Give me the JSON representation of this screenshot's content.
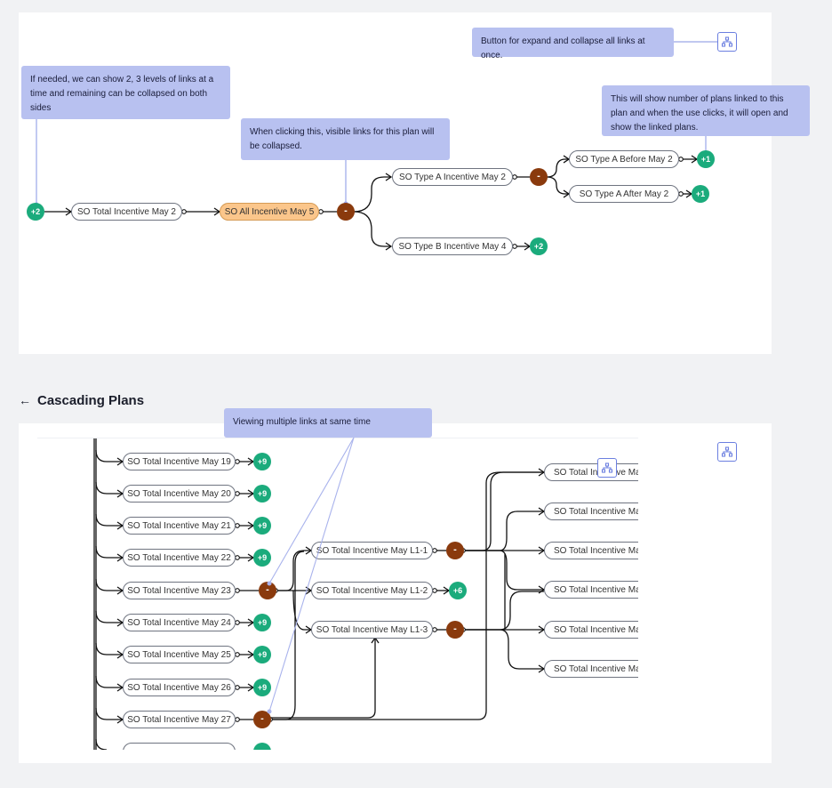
{
  "colors": {
    "accent": "#6b7fe0",
    "badge": "#1bab7c",
    "collapse": "#8a3a0d",
    "highlight": "#fbc68b",
    "tooltip": "#b8c1f0"
  },
  "top": {
    "tooltips": {
      "expand_all": "Button for expand and collapse all links at once.",
      "levels": "If needed, we can show 2, 3 levels of links at a time and remaining can be collapsed on both sides",
      "collapse": "When clicking this, visible links for this plan will be collapsed.",
      "count": "This will show number of plans linked to this plan and when the use clicks, it will open and show the linked plans."
    },
    "nodes": {
      "total_may2": "SO Total Incentive May 2",
      "all_may5": "SO All Incentive May 5",
      "type_a_may2": "SO Type A Incentive May 2",
      "type_b_may4": "SO Type B Incentive May 4",
      "type_a_before": "SO Type A Before May 2",
      "type_a_after": "SO Type A After May 2"
    },
    "badges": {
      "left": "+2",
      "type_b": "+2",
      "before": "+1",
      "after": "+1"
    },
    "collapse_label": "-",
    "expand_icon": "hierarchy-icon"
  },
  "section": {
    "title": "Cascading Plans",
    "back_icon": "←"
  },
  "bottom": {
    "tooltip": "Viewing multiple links at same time",
    "left_nodes": [
      {
        "label": "SO Total Incentive May 19",
        "badge": "+9"
      },
      {
        "label": "SO Total Incentive May 20",
        "badge": "+9"
      },
      {
        "label": "SO Total Incentive May 21",
        "badge": "+9"
      },
      {
        "label": "SO Total Incentive May 22",
        "badge": "+9"
      },
      {
        "label": "SO Total Incentive May 23",
        "badge": "-"
      },
      {
        "label": "SO Total Incentive May 24",
        "badge": "+9"
      },
      {
        "label": "SO Total Incentive May 25",
        "badge": "+9"
      },
      {
        "label": "SO Total Incentive May 26",
        "badge": "+9"
      },
      {
        "label": "SO Total Incentive May 27",
        "badge": "-"
      }
    ],
    "mid_nodes": [
      {
        "label": "SO Total Incentive May L1-1",
        "badge": "-"
      },
      {
        "label": "SO Total Incentive May  L1-2",
        "badge": "+6"
      },
      {
        "label": "SO Total Incentive May  L1-3",
        "badge": "-"
      }
    ],
    "right_nodes": [
      "SO Total Incentive May",
      "SO Total Incentive May",
      "SO Total Incentive May",
      "SO Total Incentive May",
      "SO Total Incentive May",
      "SO Total Incentive May"
    ]
  }
}
